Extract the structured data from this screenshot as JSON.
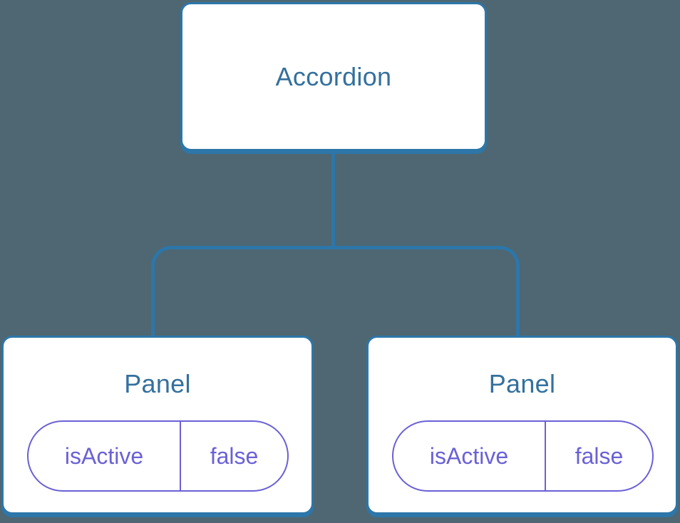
{
  "colors": {
    "background": "#4e6772",
    "line": "#2d76a9",
    "node-fill": "#ffffff",
    "node-text": "#34709d",
    "accent": "#6a61d6"
  },
  "tree": {
    "root": {
      "label": "Accordion"
    },
    "children": [
      {
        "label": "Panel",
        "state": {
          "key": "isActive",
          "value": "false"
        }
      },
      {
        "label": "Panel",
        "state": {
          "key": "isActive",
          "value": "false"
        }
      }
    ]
  }
}
